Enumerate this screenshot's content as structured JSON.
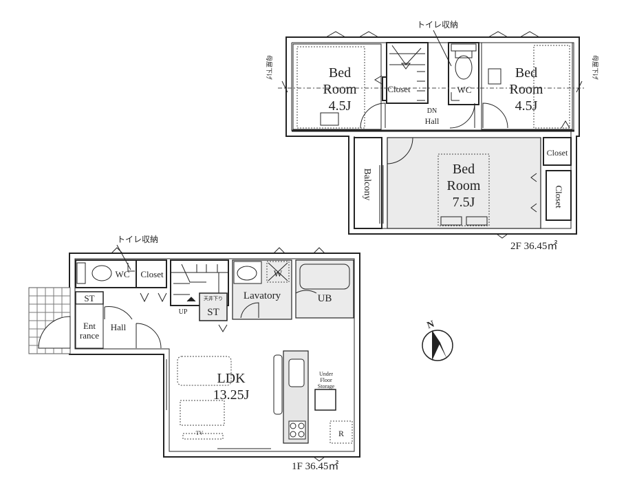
{
  "floors": {
    "first": {
      "label": "1F 36.45㎡",
      "rooms": {
        "ldk_name": "LDK",
        "ldk_size": "13.25J",
        "wc": "WC",
        "closet": "Closet",
        "st_entrance": "ST",
        "entrance_line1": "Ent",
        "entrance_line2": "rance",
        "hall": "Hall",
        "up": "UP",
        "st_stair": "ST",
        "st_stair_note": "天井下り",
        "lavatory": "Lavatory",
        "washer": "W",
        "ub": "UB",
        "under_floor_line1": "Under",
        "under_floor_line2": "Floor",
        "under_floor_line3": "Storage",
        "tv": "TV",
        "fridge": "R",
        "toilet_storage": "トイレ収納"
      }
    },
    "second": {
      "label": "2F 36.45㎡",
      "rooms": {
        "bed_left_line1": "Bed",
        "bed_left_line2": "Room",
        "bed_left_size": "4.5J",
        "closet_left": "Closet",
        "wc": "WC",
        "toilet_storage": "トイレ収納",
        "bed_right_line1": "Bed",
        "bed_right_line2": "Room",
        "bed_right_size": "4.5J",
        "dn": "DN",
        "hall": "Hall",
        "balcony": "Balcony",
        "bed_main_line1": "Bed",
        "bed_main_line2": "Room",
        "bed_main_size": "7.5J",
        "closet_upper_right": "Closet",
        "closet_right": "Closet",
        "eaves_left": "母屋下げ",
        "eaves_right": "母屋下げ"
      }
    }
  },
  "compass": {
    "label": "N"
  }
}
